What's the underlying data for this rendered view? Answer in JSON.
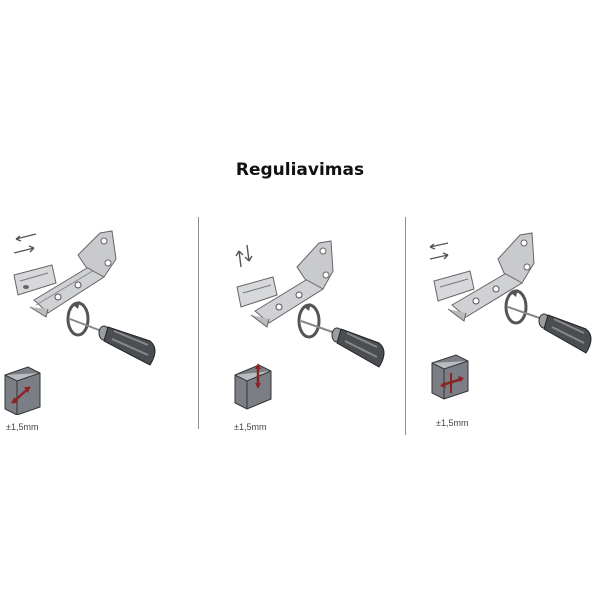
{
  "title": "Reguliavimas",
  "panels": [
    {
      "tolerance": "±1,5mm",
      "direction-icon": "horizontal-arrows-icon",
      "cube-arrow": "diagonal-arrow"
    },
    {
      "tolerance": "±1,5mm",
      "direction-icon": "vertical-arrows-icon",
      "cube-arrow": "vertical-arrow"
    },
    {
      "tolerance": "±1,5mm",
      "direction-icon": "horizontal-arrows-icon",
      "cube-arrow": "cross-arrows"
    }
  ],
  "colors": {
    "metal": "#cfd1d4",
    "metal-dark": "#8a8d92",
    "cube": "#7b7f85",
    "arrow-red": "#8b2323"
  }
}
